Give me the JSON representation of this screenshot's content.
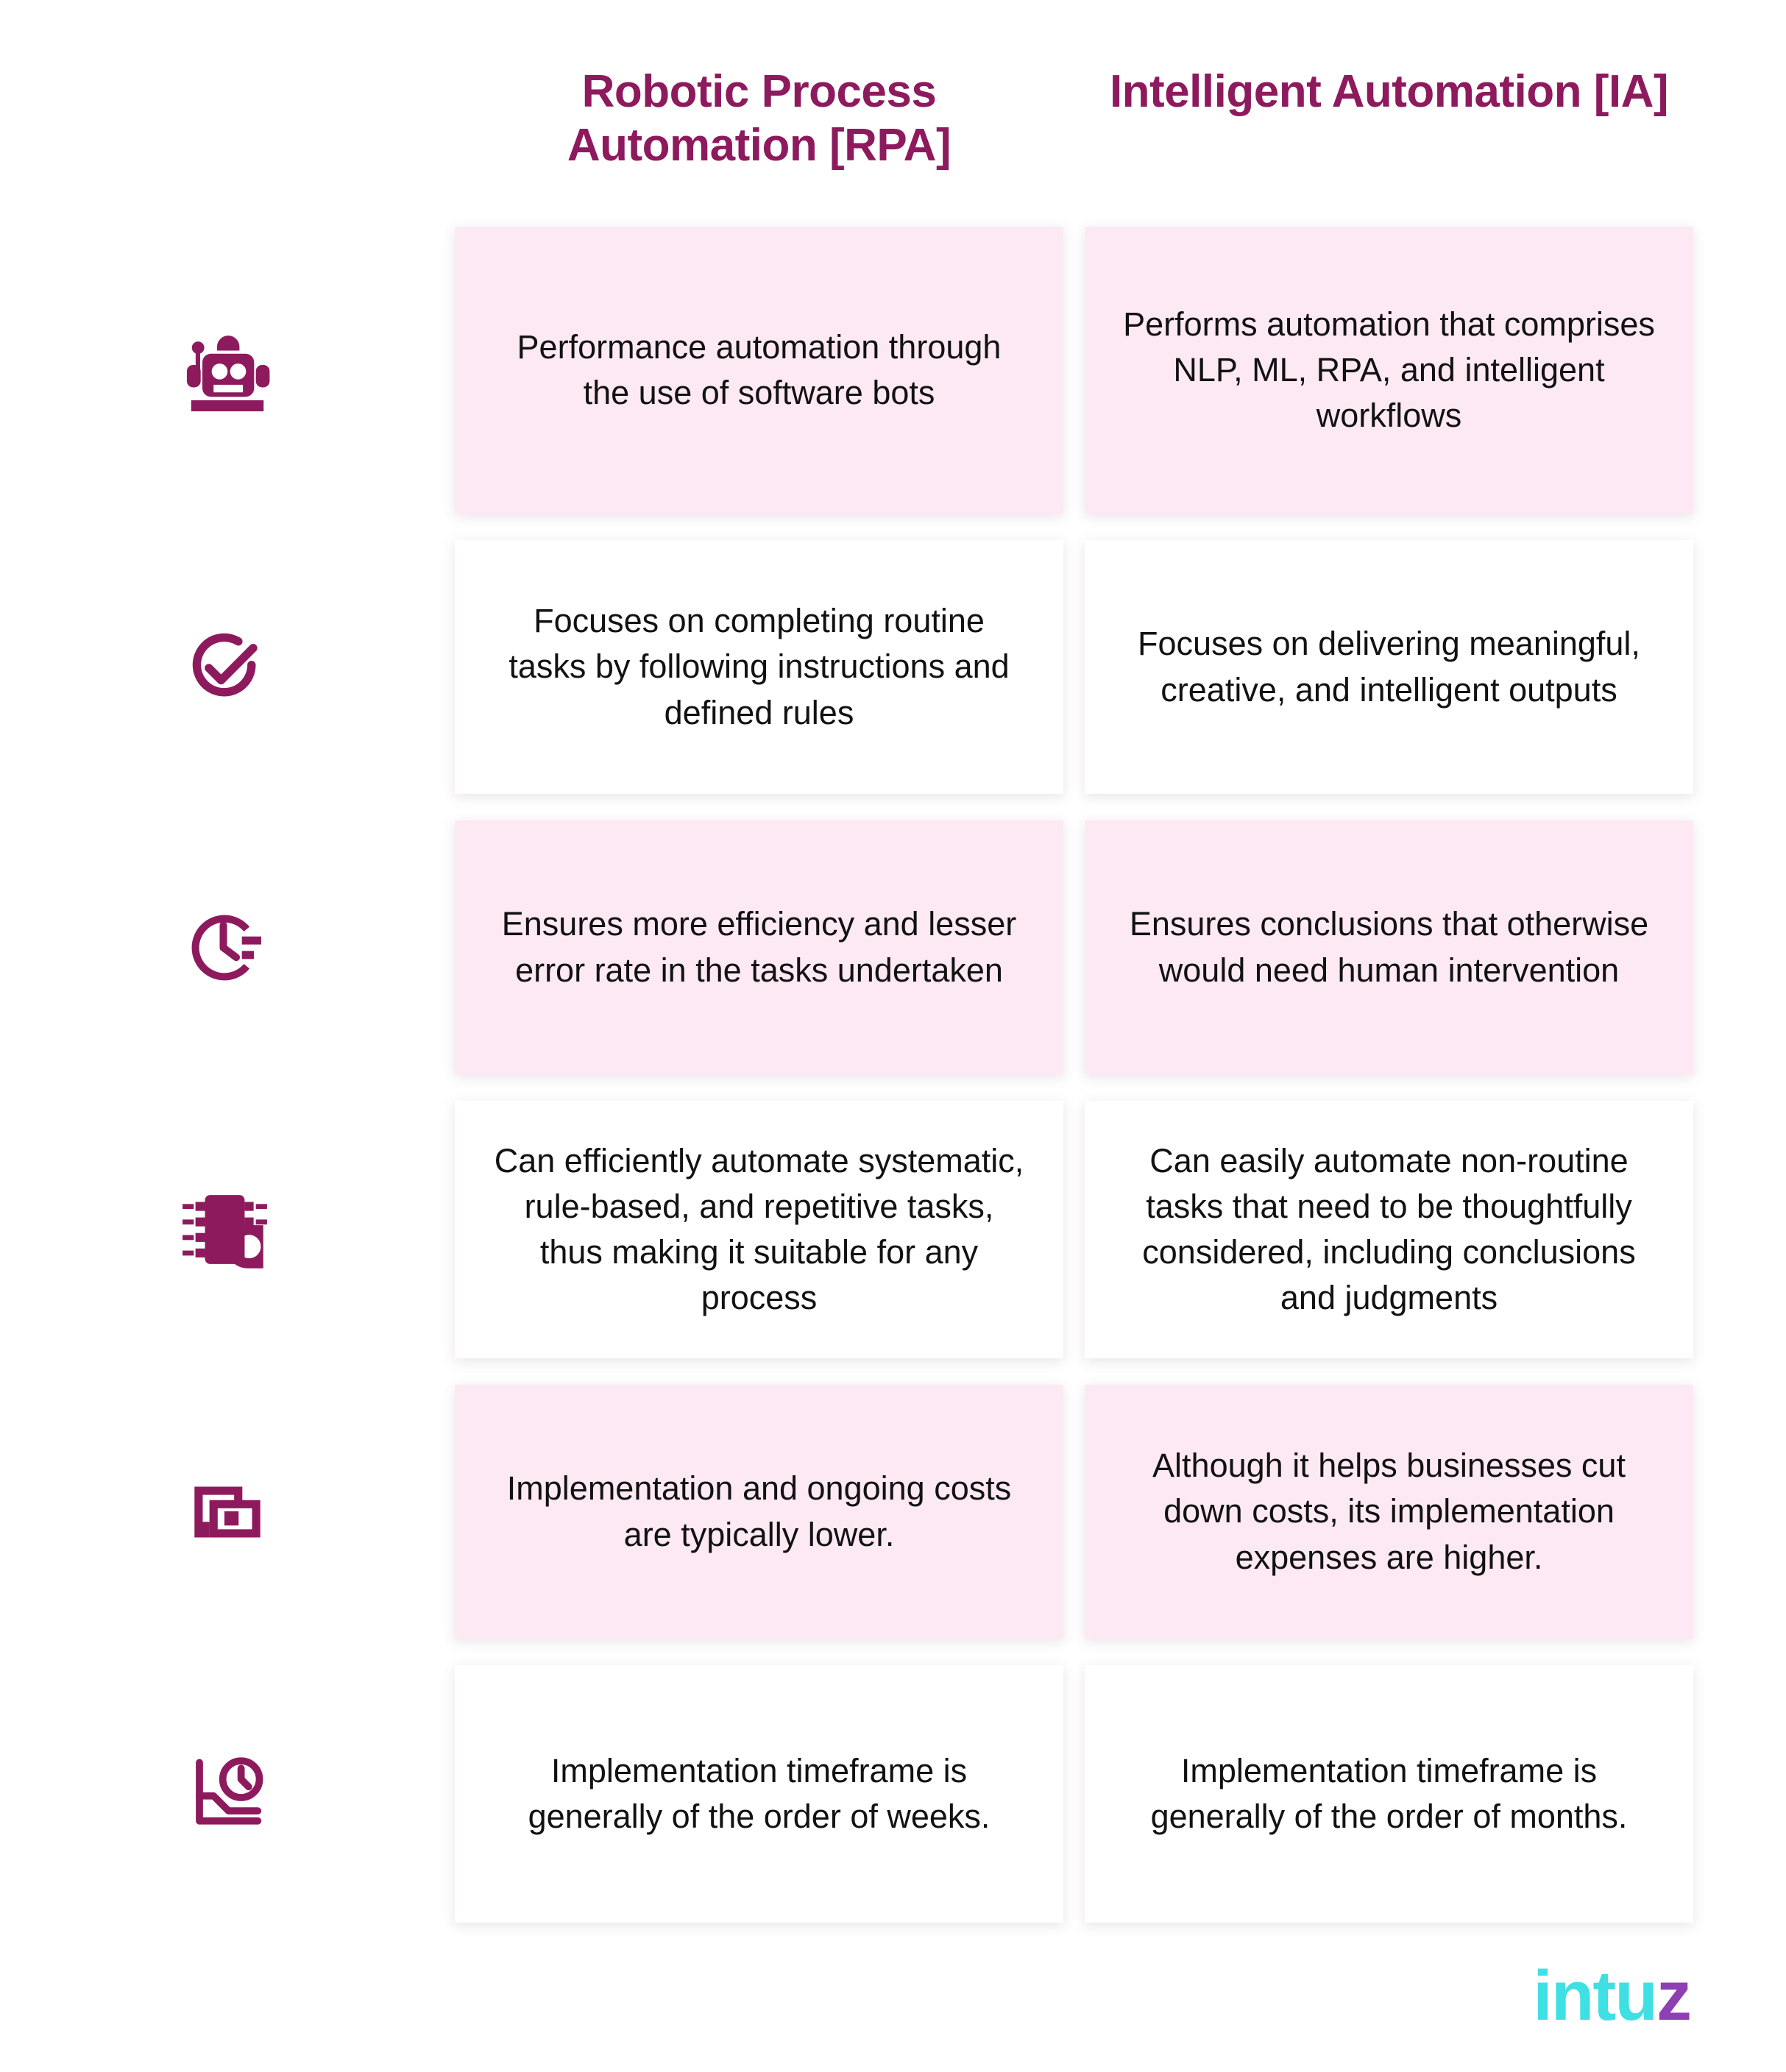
{
  "columns": {
    "left_title": "Robotic Process Automation [RPA]",
    "right_title": "Intelligent Automation [IA]"
  },
  "rows": [
    {
      "icon": "robot-icon",
      "shaded": true,
      "left": "Performance automation through the use of software bots",
      "right": "Performs automation that comprises NLP, ML, RPA, and intelligent workflows"
    },
    {
      "icon": "check-circle-icon",
      "shaded": false,
      "left": "Focuses on completing routine tasks by following instructions and defined rules",
      "right": "Focuses on delivering meaningful, creative, and intelligent outputs"
    },
    {
      "icon": "clock-speed-icon",
      "shaded": true,
      "left": "Ensures more efficiency and lesser error rate in the tasks undertaken",
      "right": "Ensures conclusions that otherwise would need human intervention"
    },
    {
      "icon": "chip-ai-icon",
      "shaded": false,
      "left": "Can efficiently automate systematic, rule-based, and repetitive tasks, thus making it suitable for any process",
      "right": "Can easily automate non-routine tasks that need to be thoughtfully considered, including conclusions and judgments"
    },
    {
      "icon": "layers-copy-icon",
      "shaded": true,
      "left": "Implementation and ongoing costs are typically lower.",
      "right": "Although it helps businesses cut down costs, its implementation expenses are higher."
    },
    {
      "icon": "chart-clock-icon",
      "shaded": false,
      "left": "Implementation timeframe is generally of the order of weeks.",
      "right": "Implementation timeframe is generally of the order of months."
    }
  ],
  "logo": {
    "primary_text": "intu",
    "accent_text": "z"
  },
  "colors": {
    "heading": "#8E1A5E",
    "icon": "#8E1A5E",
    "card_shaded": "#FDE9F3",
    "card_plain": "#FFFFFF",
    "body_text": "#121212",
    "logo_primary": "#3FE0E3",
    "logo_accent": "#8E3FB4"
  }
}
